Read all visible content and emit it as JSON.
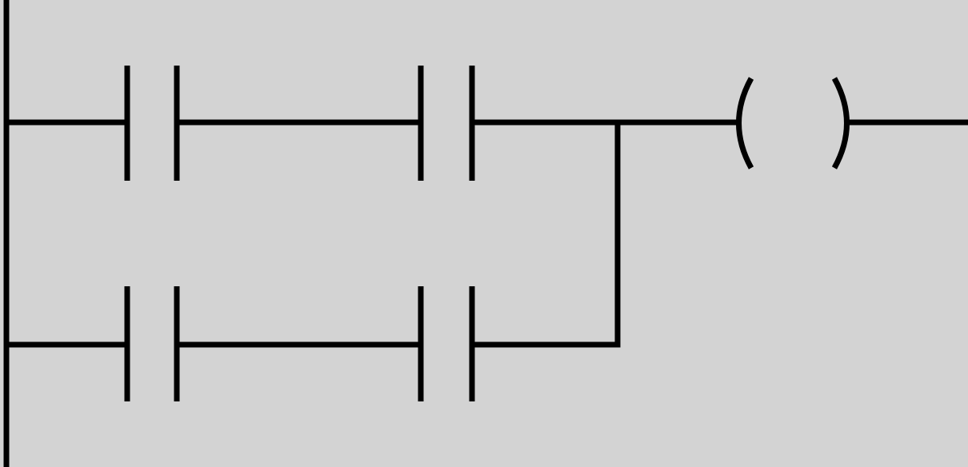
{
  "diagram": {
    "kind": "ladder-logic",
    "colors": {
      "background": "#d3d3d3",
      "stroke": "#000000"
    },
    "rungs": [
      {
        "contacts": [
          "normally-open",
          "normally-open"
        ],
        "output": "coil"
      },
      {
        "contacts": [
          "normally-open",
          "normally-open"
        ],
        "output": "parallel-branch"
      }
    ]
  }
}
